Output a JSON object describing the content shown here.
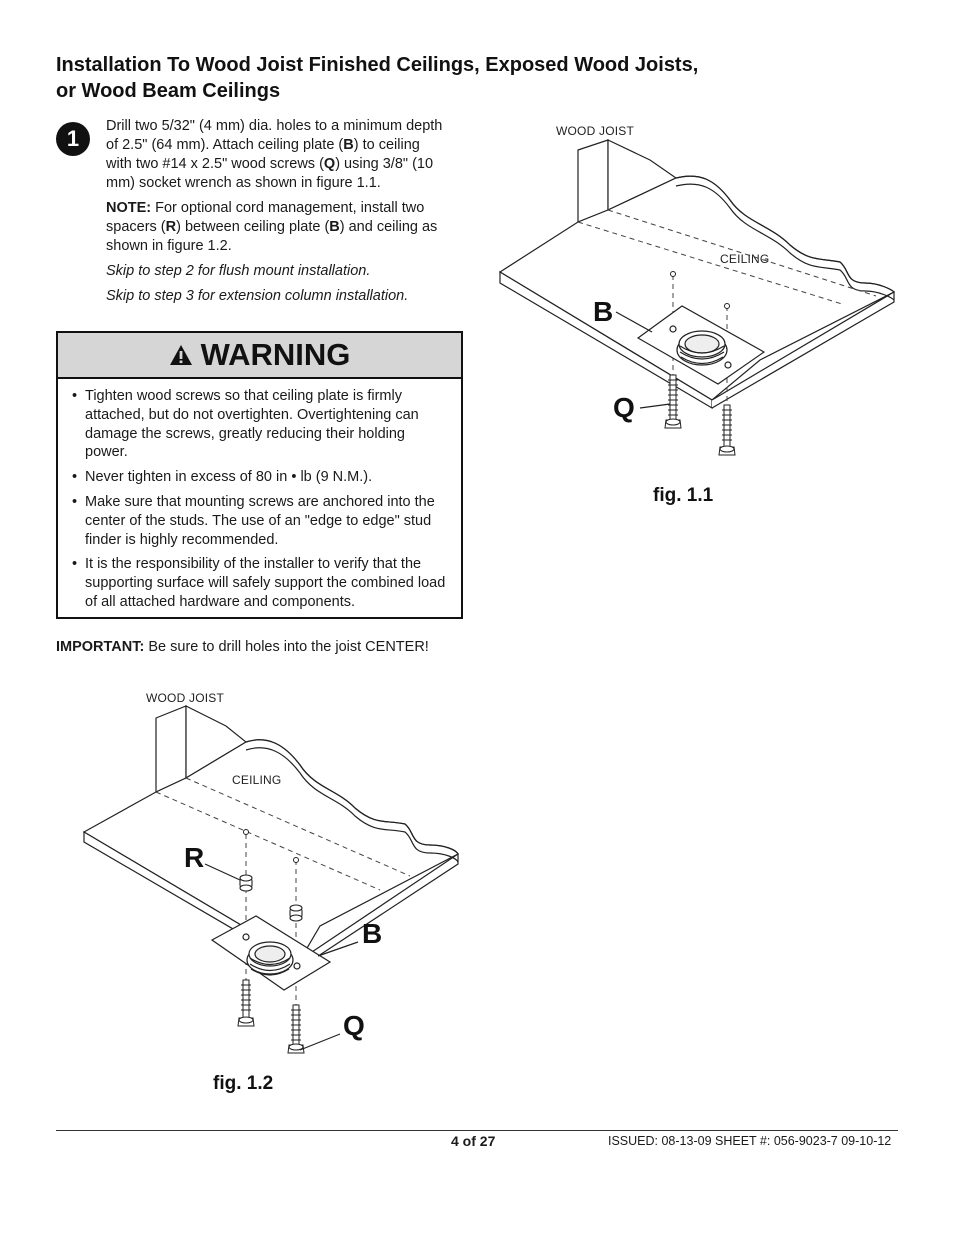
{
  "section": {
    "title_line1": "Installation To Wood Joist Finished Ceilings, Exposed Wood Joists,",
    "title_line2": "or Wood Beam Ceilings"
  },
  "step1": {
    "number": "1",
    "instruction_parts": [
      "Drill two 5/32\" (4 mm) dia. holes to a minimum depth of 2.5\" (64 mm). Attach ceiling plate (",
      "B",
      ") to ceiling with two #14 x 2.5\" wood screws (",
      "Q",
      ") using 3/8\" (10 mm) socket wrench as shown in figure 1.1."
    ],
    "note_label": "NOTE:",
    "note_parts": [
      " For optional cord management, install two spacers (",
      "R",
      ") between ceiling plate (",
      "B",
      ") and ceiling as shown in figure 1.2."
    ],
    "skip_flush": "Skip to step 2 for flush mount installation.",
    "skip_extension": "Skip to step 3 for extension column installation."
  },
  "warning": {
    "title": "WARNING",
    "icon": "warning-triangle-icon",
    "items": [
      "Tighten wood screws so that ceiling plate is firmly attached, but do not overtighten. Overtightening can damage the screws, greatly reducing their holding power.",
      "Never tighten in excess of 80 in • lb (9 N.M.).",
      "Make sure that mounting screws are anchored into the center of the studs. The use of an \"edge to edge\" stud finder is highly recommended.",
      "It is the responsibility of the installer to verify that the supporting surface will safely support the combined load of all attached hardware and components."
    ]
  },
  "important": {
    "label": "IMPORTANT:",
    "text": " Be sure to drill holes into the joist CENTER!"
  },
  "figure1": {
    "caption": "fig. 1.1",
    "wood_joist_label": "WOOD JOIST",
    "ceiling_label": "CEILING",
    "callout_b": "B",
    "callout_q": "Q"
  },
  "figure2": {
    "caption": "fig. 1.2",
    "wood_joist_label": "WOOD JOIST",
    "ceiling_label": "CEILING",
    "callout_r": "R",
    "callout_b": "B",
    "callout_q": "Q"
  },
  "footer": {
    "page": "4 of 27",
    "issued": "ISSUED: 08-13-09  SHEET #: 056-9023-7  09-10-12"
  }
}
